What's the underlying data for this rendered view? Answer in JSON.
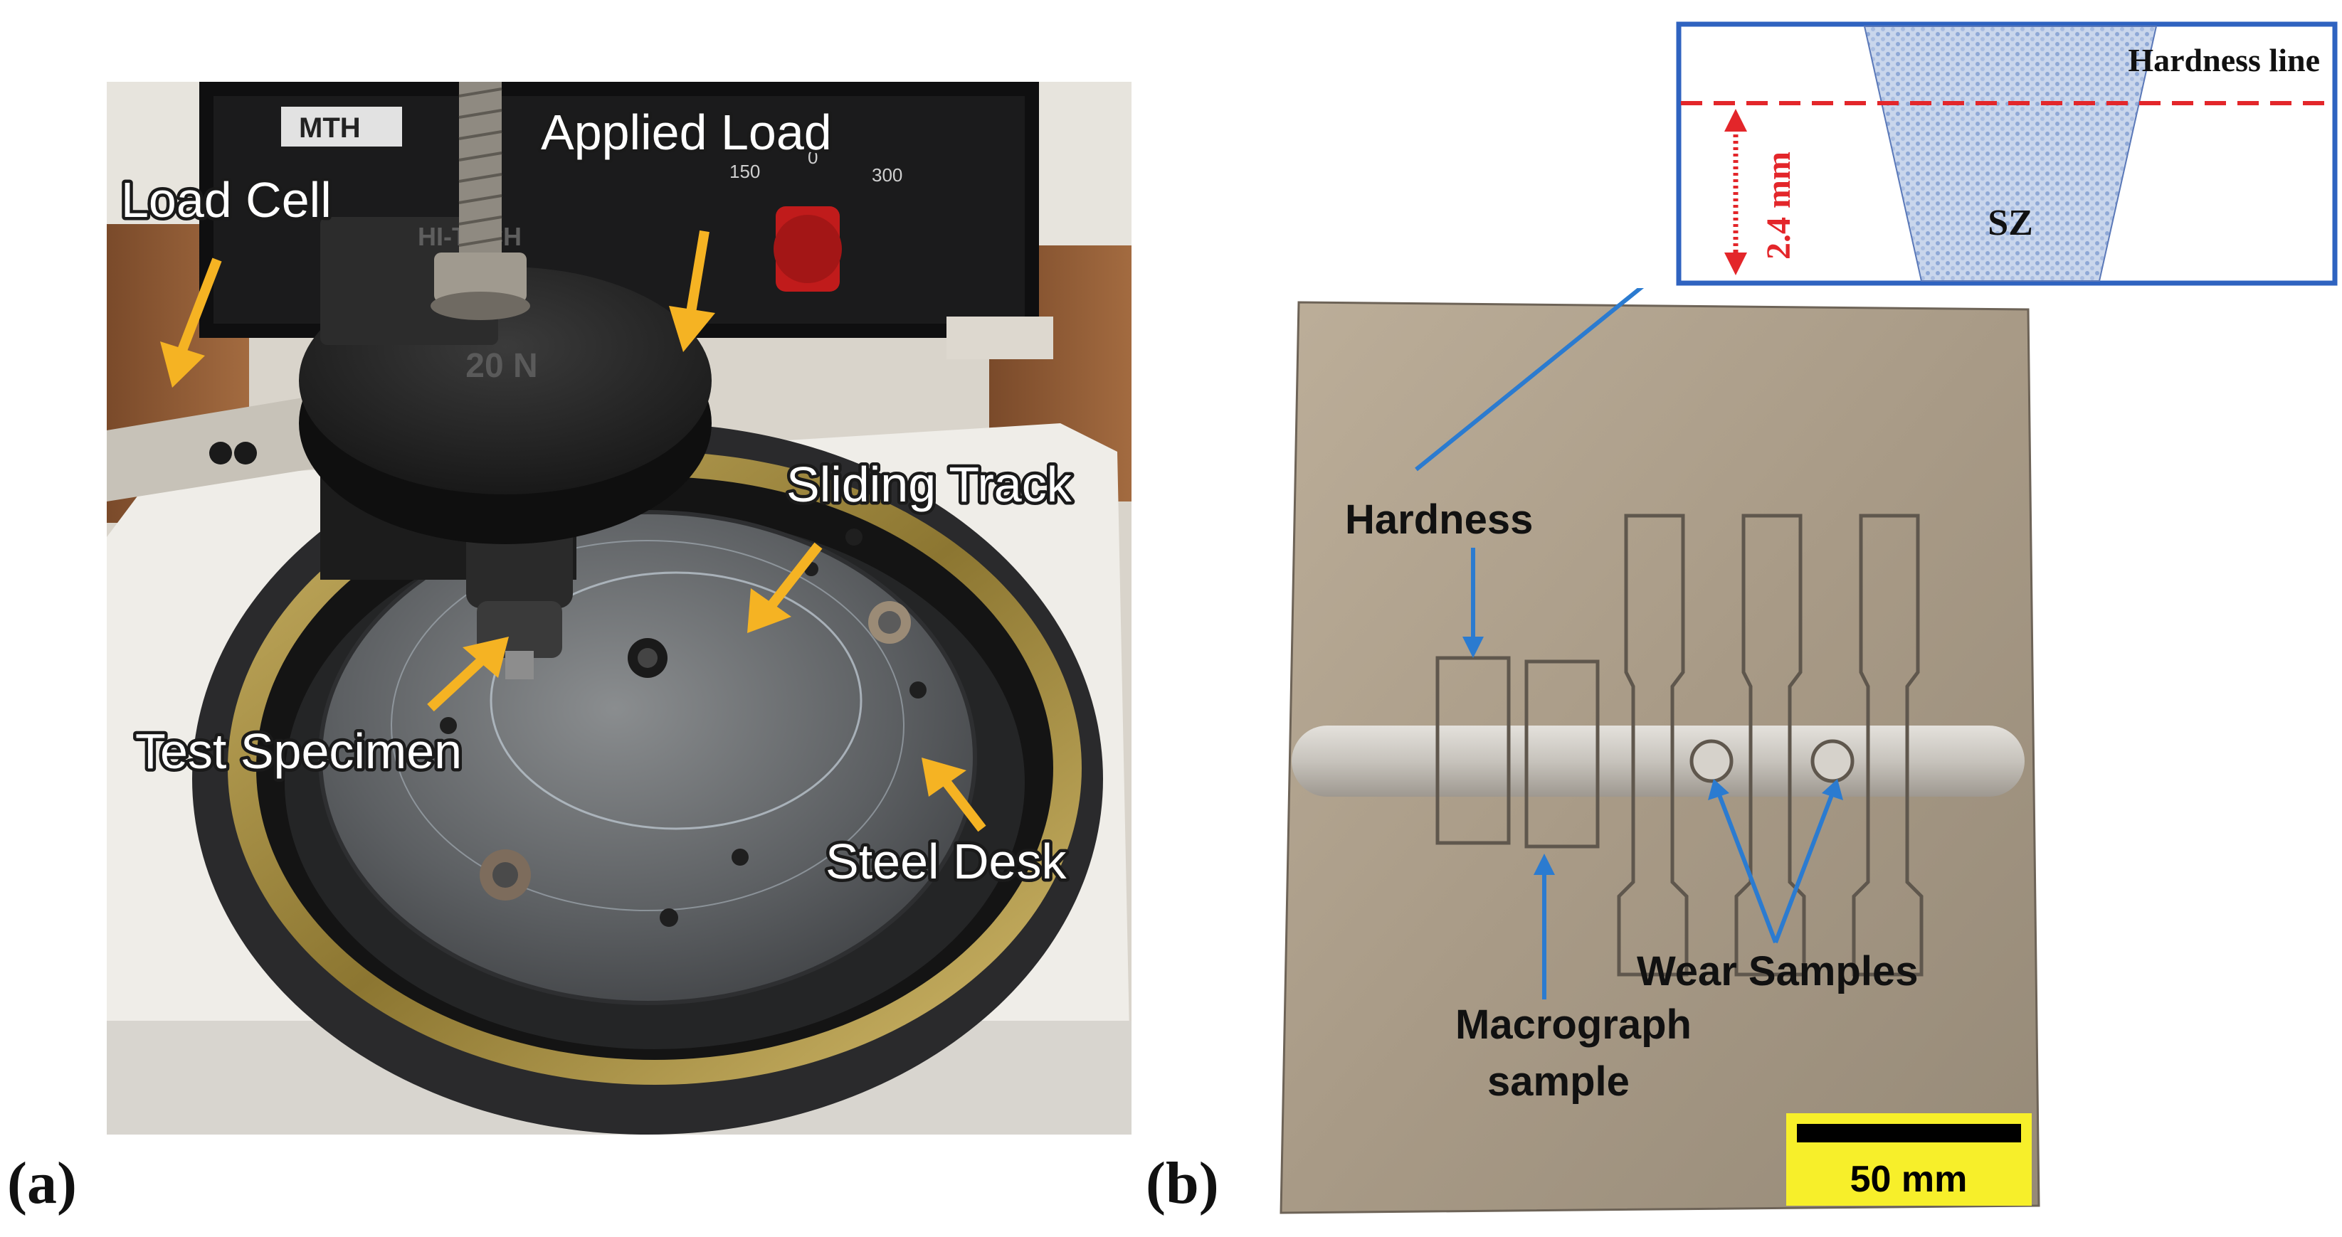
{
  "panel_a": {
    "label": "(a)",
    "annotations": {
      "applied_load": "Applied Load",
      "load_cell": "Load Cell",
      "sliding_track": "Sliding Track",
      "test_specimen": "Test Specimen",
      "steel_desk": "Steel Desk"
    },
    "machine_text": {
      "brand": "MTH",
      "weight_label": "20 N",
      "weight_brand": "HI-TECH",
      "dial_150": "150",
      "dial_0": "0",
      "dial_300": "300"
    },
    "arrow_color": "#f5b323"
  },
  "panel_b": {
    "label": "(b)",
    "annotations": {
      "hardness": "Hardness",
      "macrograph_line1": "Macrograph",
      "macrograph_line2": "sample",
      "wear_samples": "Wear Samples"
    },
    "scale_bar": {
      "label": "50 mm",
      "background": "#f7ef2a"
    },
    "arrow_color": "#2b7bd0"
  },
  "inset": {
    "hardness_line": "Hardness line",
    "depth": "2.4 mm",
    "zone": "SZ",
    "border_color": "#2f63c0",
    "line_color": "#e3262a"
  }
}
